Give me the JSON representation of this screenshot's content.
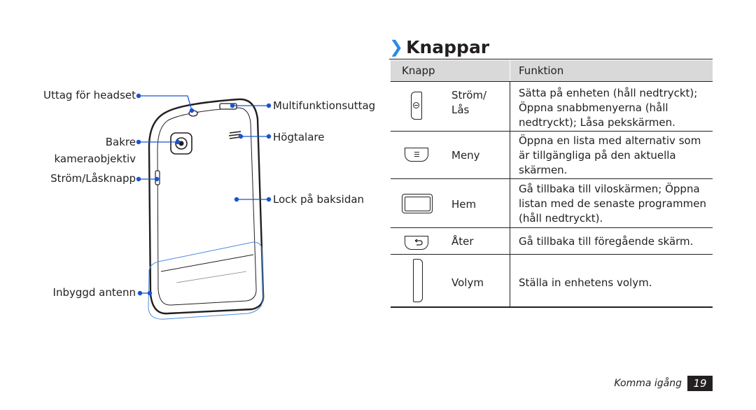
{
  "diagram": {
    "labels": {
      "headset_jack": "Uttag för headset",
      "rear_camera_1": "Bakre",
      "rear_camera_2": "kameraobjektiv",
      "power_lock_key": "Ström/Låsknapp",
      "antenna": "Inbyggd antenn",
      "multifunction_jack": "Multifunktionsuttag",
      "speaker": "Högtalare",
      "back_cover": "Lock på baksidan"
    }
  },
  "section": {
    "title": "Knappar",
    "chevron": "❯"
  },
  "table": {
    "headers": {
      "key": "Knapp",
      "function": "Funktion"
    },
    "rows": [
      {
        "icon": "power-lock-key-icon",
        "name": "Ström/ Lås",
        "function": "Sätta på enheten (håll nedtryckt); Öppna snabbmenyerna (håll nedtryckt); Låsa pekskärmen."
      },
      {
        "icon": "menu-key-icon",
        "name": "Meny",
        "function": "Öppna en lista med alternativ som är tillgängliga på den aktuella skärmen."
      },
      {
        "icon": "home-key-icon",
        "name": "Hem",
        "function": "Gå tillbaka till viloskärmen; Öppna listan med de senaste programmen (håll nedtryckt)."
      },
      {
        "icon": "back-key-icon",
        "name": "Åter",
        "function": "Gå tillbaka till föregående skärm."
      },
      {
        "icon": "volume-key-icon",
        "name": "Volym",
        "function": "Ställa in enhetens volym."
      }
    ]
  },
  "footer": {
    "section_name": "Komma igång",
    "page_number": "19"
  },
  "colors": {
    "accent": "#2a8ae6",
    "callout": "#1a55d0",
    "header_bg": "#d9d9d9",
    "text": "#231f20"
  }
}
